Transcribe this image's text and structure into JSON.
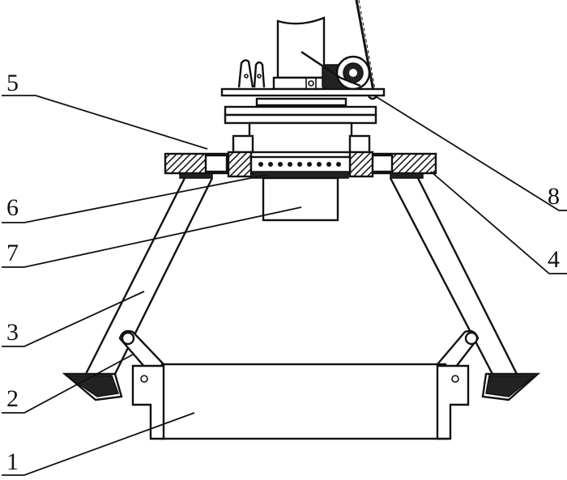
{
  "labels": {
    "l1": "1",
    "l2": "2",
    "l3": "3",
    "l4": "4",
    "l5": "5",
    "l6": "6",
    "l7": "7",
    "l8": "8"
  },
  "colors": {
    "line": "#111111",
    "hatch": "#222222",
    "background": "#ffffff"
  }
}
